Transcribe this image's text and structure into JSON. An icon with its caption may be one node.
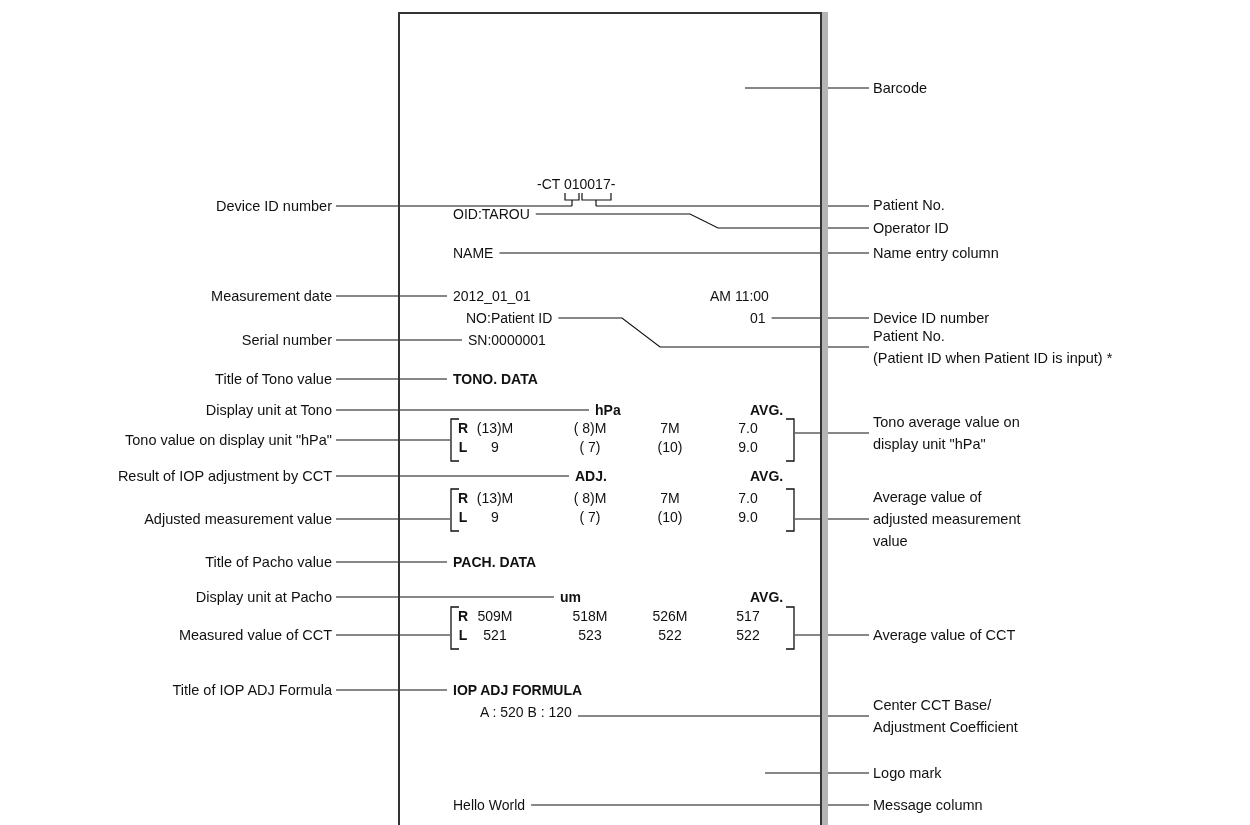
{
  "diagram": {
    "nodes": [
      {
        "text": [],
        "shape": "box"
      },
      {
        "text": [
          "-CT 010017-"
        ],
        "in": 0
      },
      {
        "text": [
          "OID:TAROU"
        ],
        "in": 0
      },
      {
        "text": [
          "NAME"
        ],
        "in": 0
      },
      {
        "text": [
          "2012_01_01"
        ],
        "in": 0
      },
      {
        "text": [
          "AM 11:00"
        ],
        "in": 0
      },
      {
        "text": [
          "NO:Patient ID"
        ],
        "in": 0
      },
      {
        "text": [
          "01"
        ],
        "in": 0
      },
      {
        "text": [
          "SN:0000001"
        ],
        "in": 0
      },
      {
        "text": [
          "TONO. DATA"
        ],
        "in": 0
      },
      {
        "text": [
          "hPa"
        ],
        "in": 0
      },
      {
        "text": [
          "AVG."
        ],
        "in": 0
      },
      {
        "text": [
          "R",
          "(13)M",
          "( 8)M",
          "7M",
          "7.0",
          "L",
          "9",
          "( 7)",
          "(10)",
          "9.0"
        ],
        "in": 0
      },
      {
        "text": [
          "ADJ."
        ],
        "in": 0
      },
      {
        "text": [
          "AVG."
        ],
        "in": 0
      },
      {
        "text": [
          "R",
          "(13)M",
          "( 8)M",
          "7M",
          "7.0",
          "L",
          "9",
          "( 7)",
          "(10)",
          "9.0"
        ],
        "in": 0
      },
      {
        "text": [
          "PACH. DATA"
        ],
        "in": 0
      },
      {
        "text": [
          "um"
        ],
        "in": 0
      },
      {
        "text": [
          "AVG."
        ],
        "in": 0
      },
      {
        "text": [
          "R",
          "509M",
          "518M",
          "526M",
          "517",
          "L",
          "521",
          "523",
          "522",
          "522"
        ],
        "in": 0
      },
      {
        "text": [
          "IOP ADJ FORMULA"
        ],
        "in": 0
      },
      {
        "text": [
          "A : 520 B : 120"
        ],
        "in": 0
      },
      {
        "text": [
          "Hello World"
        ],
        "in": 0
      },
      {
        "text": [
          "Device ID number"
        ]
      },
      {
        "text": [
          "Measurement date"
        ]
      },
      {
        "text": [
          "Serial number"
        ]
      },
      {
        "text": [
          "Title of Tono value"
        ]
      },
      {
        "text": [
          "Display unit at Tono"
        ]
      },
      {
        "text": [
          "Tono value on display unit \"hPa\""
        ]
      },
      {
        "text": [
          "Result of IOP adjustment by CCT"
        ]
      },
      {
        "text": [
          "Adjusted measurement value"
        ]
      },
      {
        "text": [
          "Title of Pacho value"
        ]
      },
      {
        "text": [
          "Display unit at Pacho"
        ]
      },
      {
        "text": [
          "Measured value of CCT"
        ]
      },
      {
        "text": [
          "Title of IOP ADJ Formula"
        ]
      },
      {
        "text": [
          "Barcode"
        ]
      },
      {
        "text": [
          "Patient No."
        ]
      },
      {
        "text": [
          "Operator ID"
        ]
      },
      {
        "text": [
          "Name entry column"
        ]
      },
      {
        "text": [
          "Device ID number"
        ]
      },
      {
        "text": [
          "Patient No. (Patient ID when Patient ID is input) *"
        ]
      },
      {
        "text": [
          "Tono average value on display unit \"hPa\""
        ]
      },
      {
        "text": [
          "Average value of adjusted measurement value"
        ]
      },
      {
        "text": [
          "Average value of CCT"
        ]
      },
      {
        "text": [
          "Center CCT Base/ Adjustment Coefficient"
        ]
      },
      {
        "text": [
          "Logo mark"
        ]
      },
      {
        "text": [
          "Message column"
        ]
      }
    ],
    "edges": [
      {
        "from": 23,
        "to": 1,
        "arrow": "none"
      },
      {
        "from": 24,
        "to": 4,
        "arrow": "none"
      },
      {
        "from": 25,
        "to": 8,
        "arrow": "none"
      },
      {
        "from": 26,
        "to": 9,
        "arrow": "none"
      },
      {
        "from": 27,
        "to": 10,
        "arrow": "none"
      },
      {
        "from": 28,
        "to": 12,
        "arrow": "none"
      },
      {
        "from": 29,
        "to": 13,
        "arrow": "none"
      },
      {
        "from": 30,
        "to": 15,
        "arrow": "none"
      },
      {
        "from": 31,
        "to": 16,
        "arrow": "none"
      },
      {
        "from": 32,
        "to": 17,
        "arrow": "none"
      },
      {
        "from": 33,
        "to": 19,
        "arrow": "none"
      },
      {
        "from": 34,
        "to": 20,
        "arrow": "none"
      },
      {
        "from": 35,
        "to": null,
        "arrow": "none"
      },
      {
        "from": 36,
        "to": 1,
        "arrow": "none"
      },
      {
        "from": 37,
        "to": 2,
        "arrow": "none"
      },
      {
        "from": 38,
        "to": 3,
        "arrow": "none"
      },
      {
        "from": 39,
        "to": 7,
        "arrow": "none"
      },
      {
        "from": 40,
        "to": 6,
        "arrow": "none"
      },
      {
        "from": 41,
        "to": 12,
        "arrow": "none"
      },
      {
        "from": 42,
        "to": 15,
        "arrow": "none"
      },
      {
        "from": 43,
        "to": 19,
        "arrow": "none"
      },
      {
        "from": 44,
        "to": 21,
        "arrow": "none"
      },
      {
        "from": 45,
        "to": null,
        "arrow": "none"
      },
      {
        "from": 46,
        "to": 22,
        "arrow": "none"
      }
    ]
  }
}
